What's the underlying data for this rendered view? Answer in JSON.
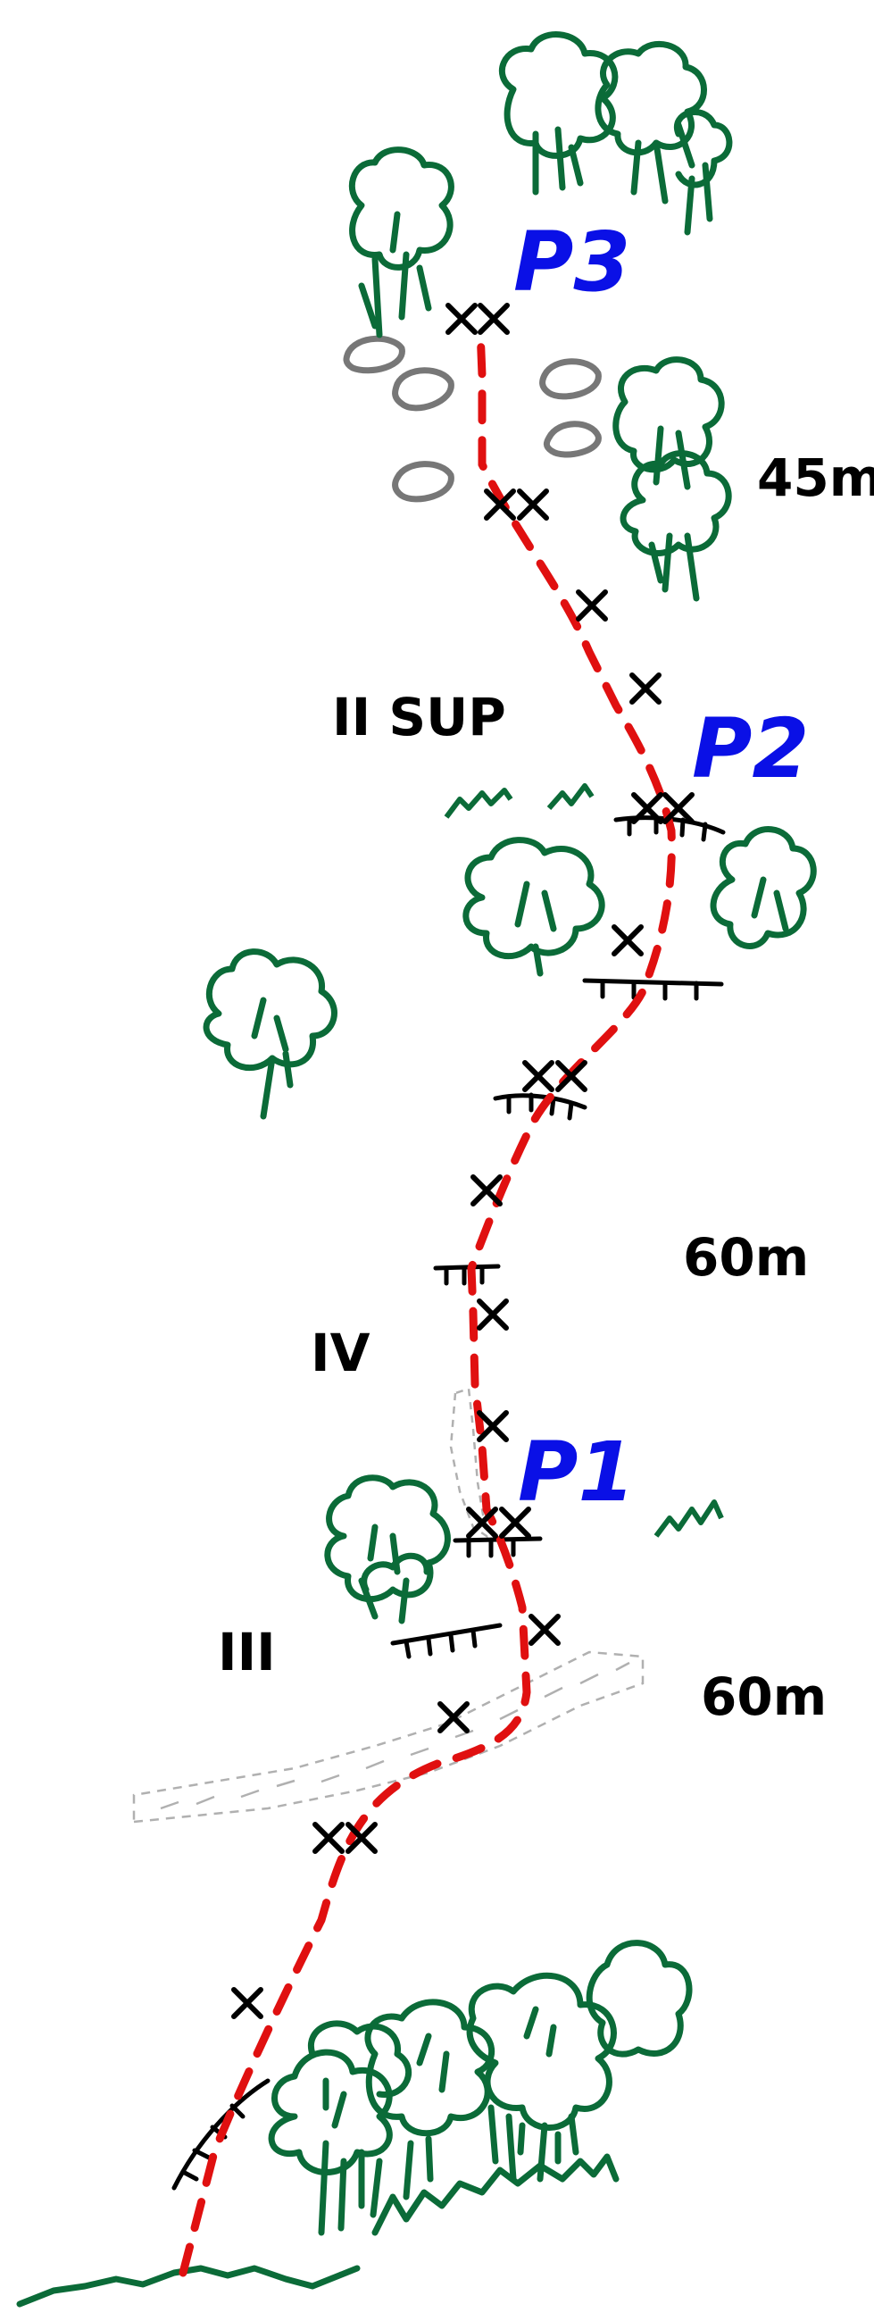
{
  "pitches": [
    {
      "label": "P1",
      "length": "60m"
    },
    {
      "label": "P2",
      "length": "60m"
    },
    {
      "label": "P3",
      "length": "45m"
    }
  ],
  "grades": [
    "III",
    "IV",
    "II SUP"
  ],
  "colors": {
    "route": "#e01010",
    "pitch_label": "#0a10e6",
    "vegetation": "#0b6b38",
    "boulder": "#777777",
    "ledge": "#000000",
    "scree": "#b0b0b0"
  },
  "icons": [
    "tree-icon",
    "bush-icon",
    "boulder-icon",
    "bolt-icon",
    "belay-station-icon",
    "ledge-icon",
    "scree-icon",
    "grass-icon"
  ]
}
